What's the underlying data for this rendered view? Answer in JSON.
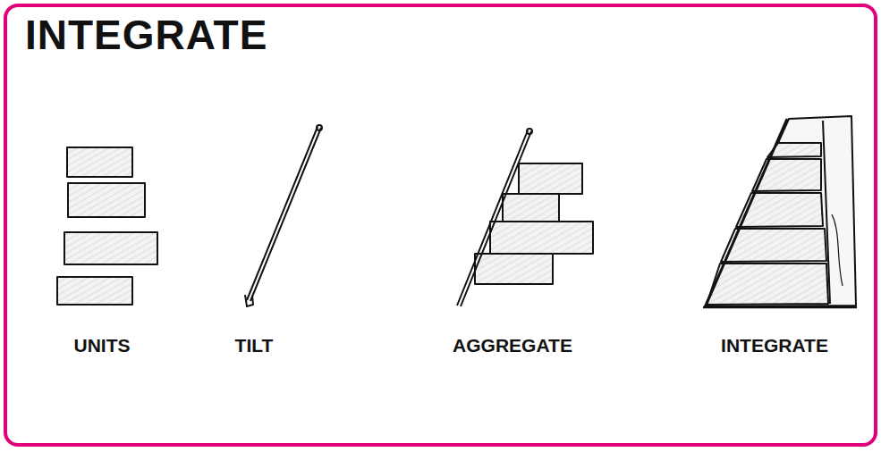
{
  "diagram": {
    "title": "INTEGRATE",
    "labels": [
      "UNITS",
      "TILT",
      "AGGREGATE",
      "INTEGRATE"
    ]
  }
}
